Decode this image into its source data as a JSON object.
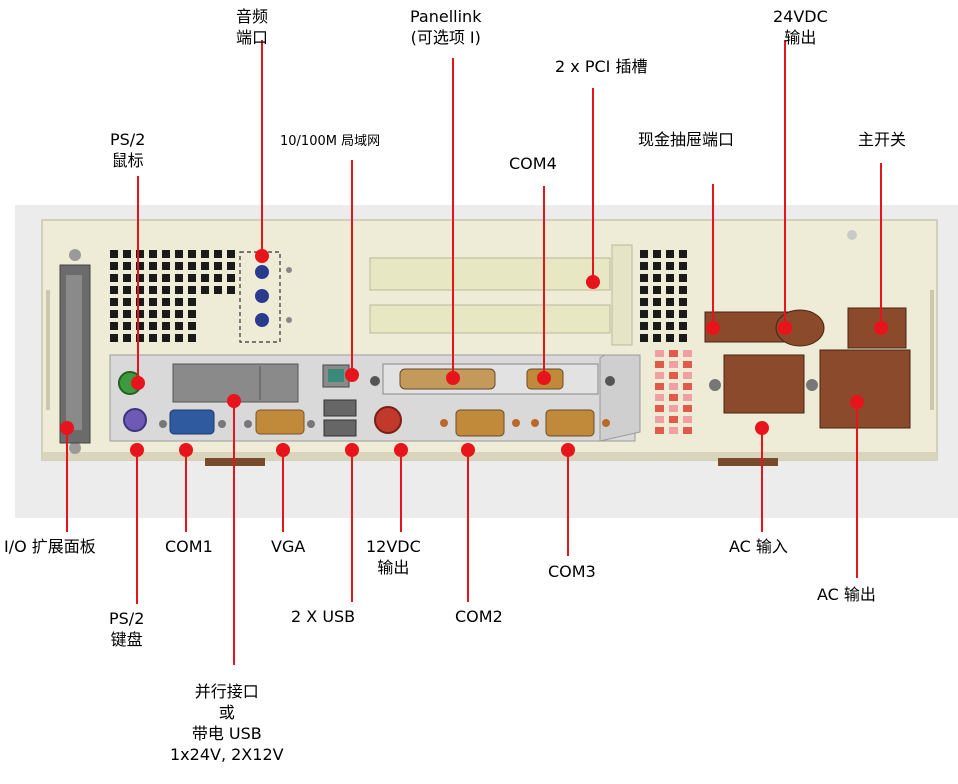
{
  "diagram": {
    "labels": {
      "audio": [
        "音频",
        "端口"
      ],
      "panellink": [
        "Panellink",
        "(可选项 I)"
      ],
      "pci": [
        "2 x PCI 插槽"
      ],
      "dc24_out": [
        "24VDC",
        "输出"
      ],
      "ps2_mouse": [
        "PS/2",
        "鼠标"
      ],
      "lan": [
        "10/100M 局域网"
      ],
      "cash_drawer": [
        "现金抽屉端口"
      ],
      "main_switch": [
        "主开关"
      ],
      "com4": [
        "COM4"
      ],
      "io_panel": [
        "I/O 扩展面板"
      ],
      "com1": [
        "COM1"
      ],
      "vga": [
        "VGA"
      ],
      "dc12_out": [
        "12VDC",
        "输出"
      ],
      "com3": [
        "COM3"
      ],
      "ac_in": [
        "AC 输入"
      ],
      "ac_out": [
        "AC 输出"
      ],
      "ps2_keyboard": [
        "PS/2",
        "键盘"
      ],
      "usb": [
        "2 X USB"
      ],
      "com2": [
        "COM2"
      ],
      "parallel": [
        "并行接口",
        "或",
        "带电 USB",
        "1x24V, 2X12V"
      ]
    },
    "colors": {
      "callout_line": "#e8141c",
      "callout_dot": "#e8141c",
      "background_panel": "#ececec",
      "chassis": "#ecebd4",
      "io_plate": "#dcdcdc",
      "connector_blue": "#2f5aa0",
      "connector_gold": "#c08a3a",
      "ps2_green": "#3e9a3e",
      "ps2_purple": "#6e5ab4",
      "power_brown": "#8b4a2b"
    }
  }
}
